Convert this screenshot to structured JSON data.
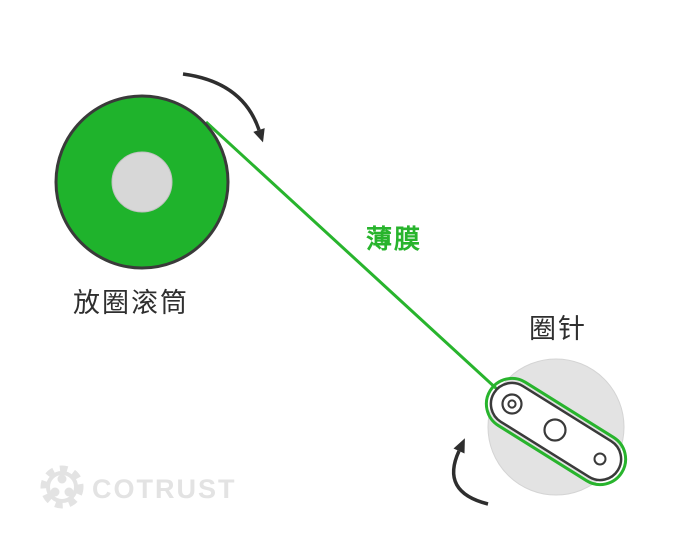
{
  "diagram": {
    "labels": {
      "unwind_roller": "放圈滚筒",
      "film": "薄膜",
      "loop_needle": "圈针"
    },
    "watermark": "COTRUST",
    "colors": {
      "roller_green": "#1fb32c",
      "film_green": "#28b42d",
      "outline_dark": "#3a3a3a",
      "arrow_dark": "#2e2e2e",
      "disc_gray": "#e3e3e3",
      "hub_gray": "#d7d7d7",
      "watermark_gray": "#e3e3e3",
      "label_dark": "#2f2f2f"
    }
  }
}
